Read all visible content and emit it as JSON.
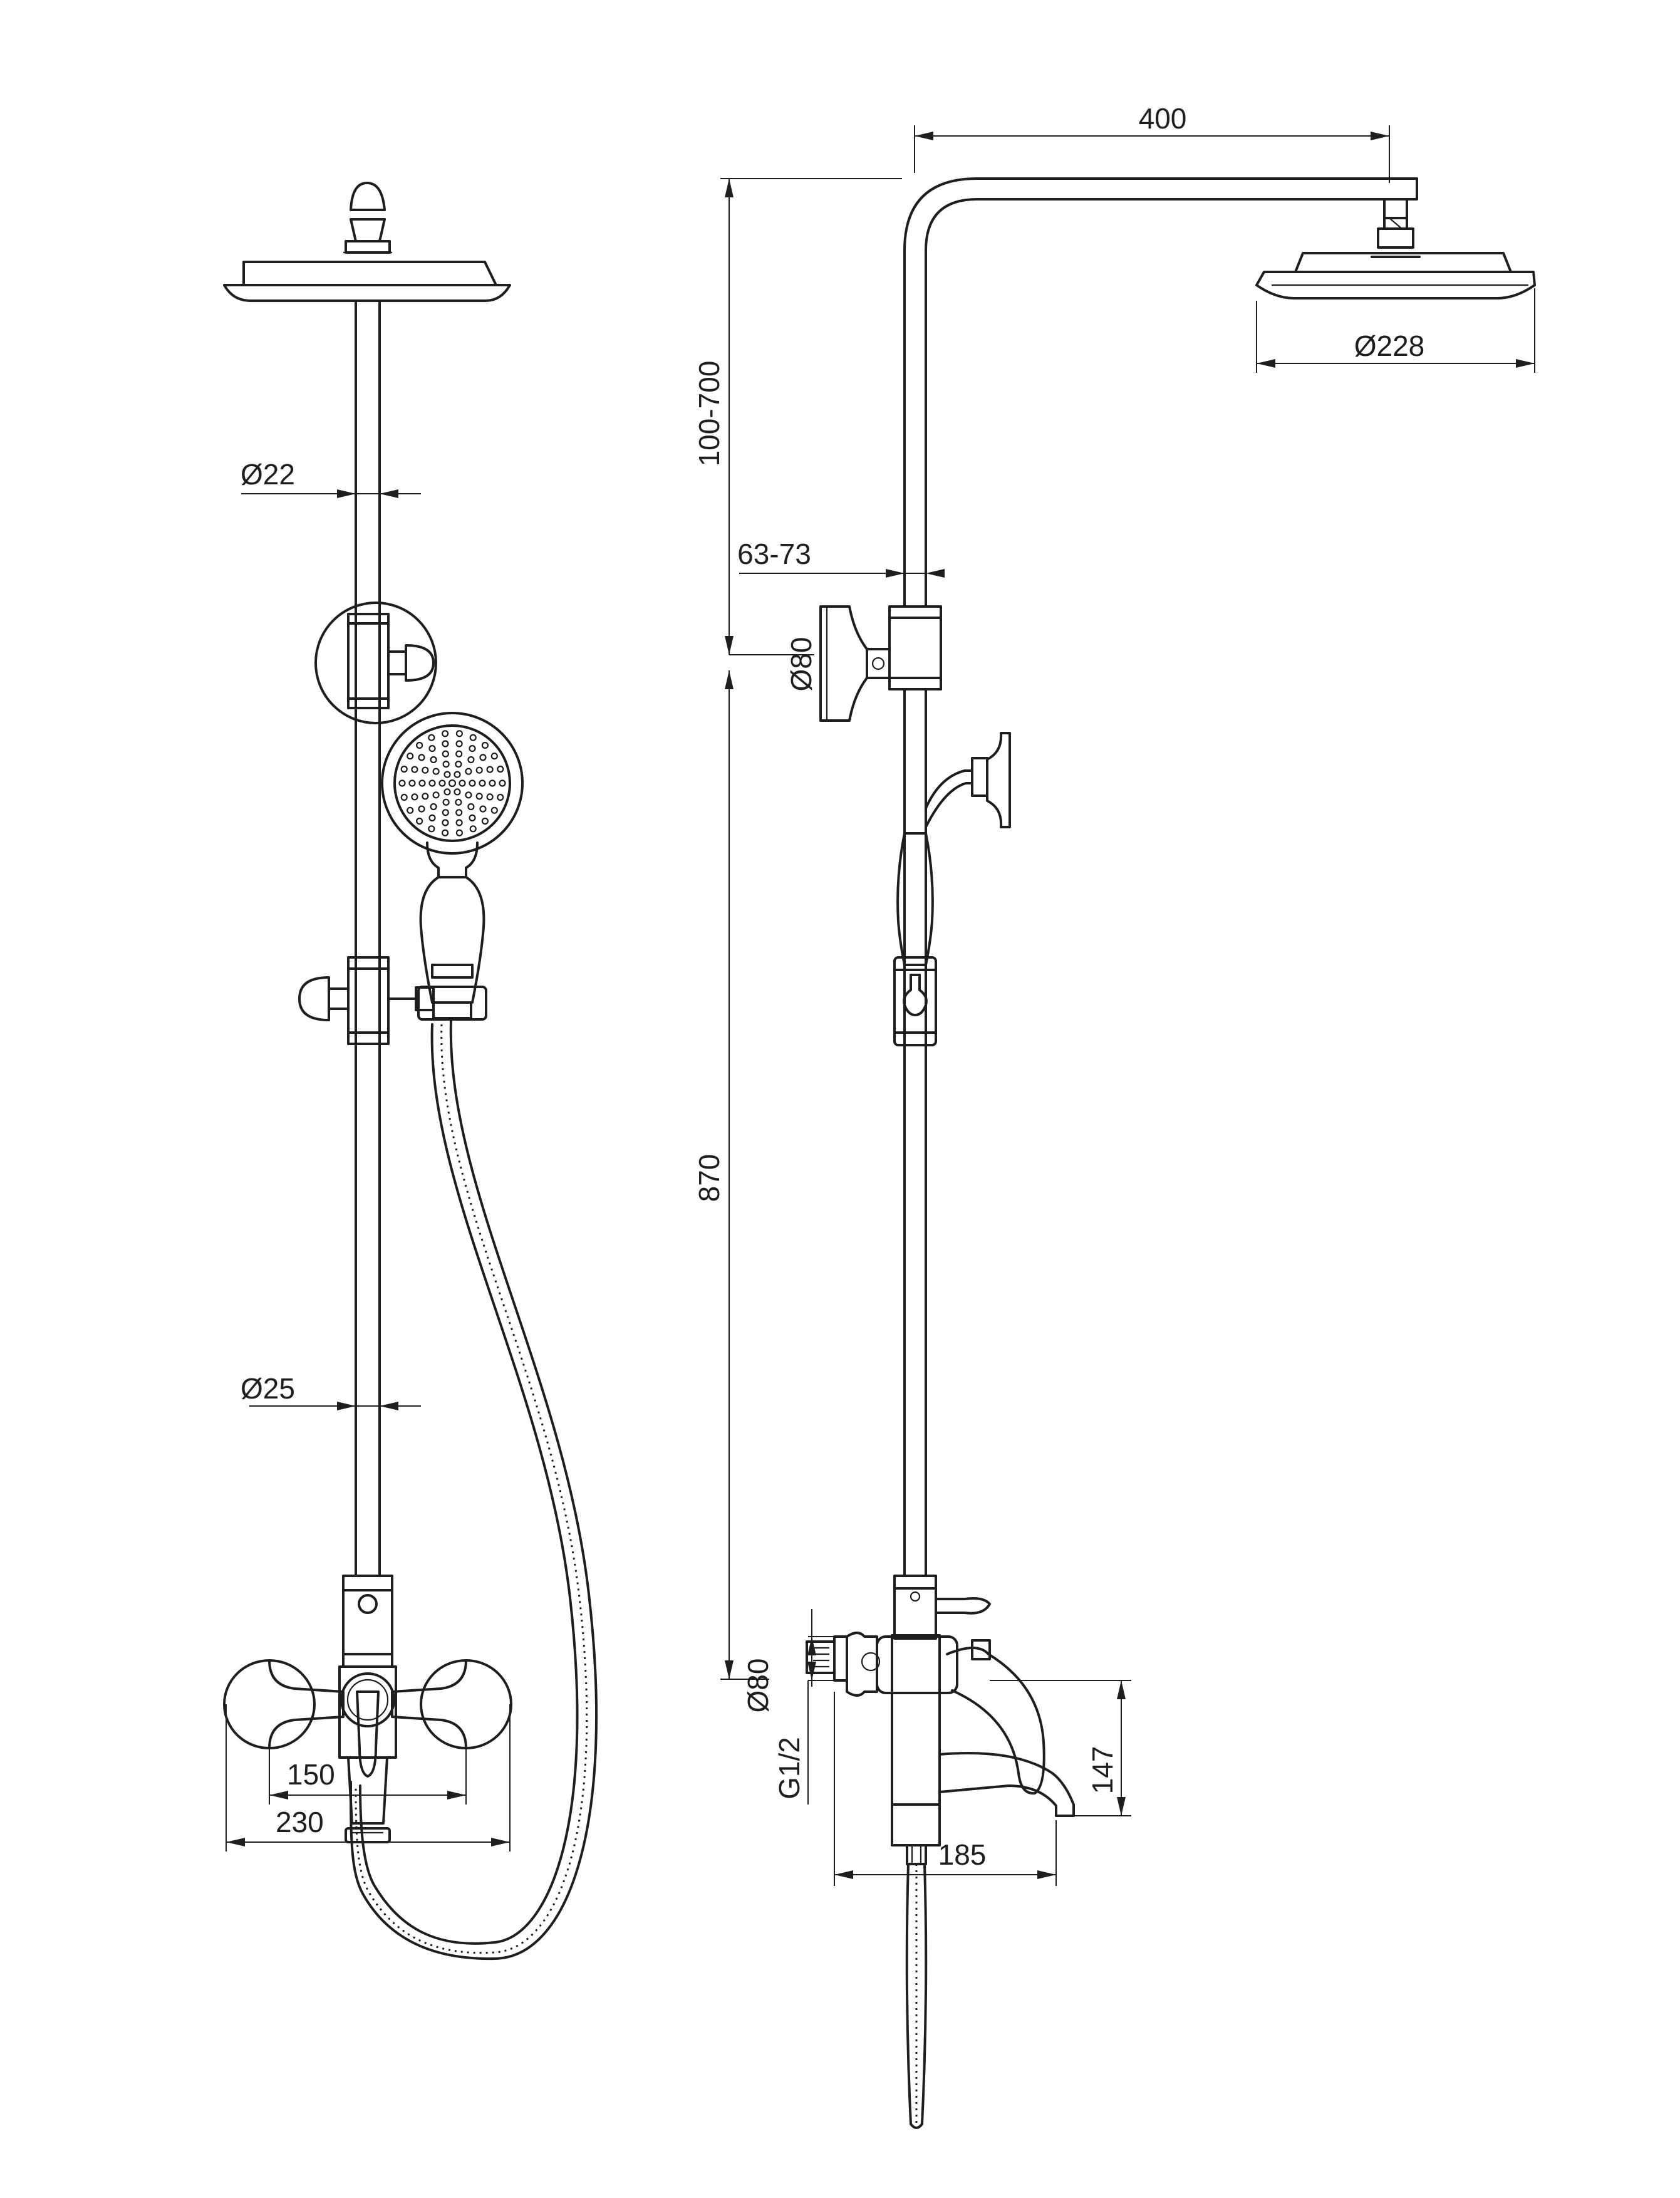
{
  "front_view": {
    "dims": {
      "rail_top_diameter": "Ø22",
      "rail_bottom_diameter": "Ø25",
      "mixer_inner_width": "150",
      "mixer_outer_width": "230"
    }
  },
  "side_view": {
    "dims": {
      "arm_reach": "400",
      "head_diameter": "Ø228",
      "height_adjust": "100-700",
      "bracket_offset": "63-73",
      "upper_flange_diameter": "Ø80",
      "rail_height": "870",
      "lower_flange_diameter": "Ø80",
      "inlet_thread": "G1/2",
      "mixer_height": "147",
      "spout_reach": "185"
    }
  }
}
